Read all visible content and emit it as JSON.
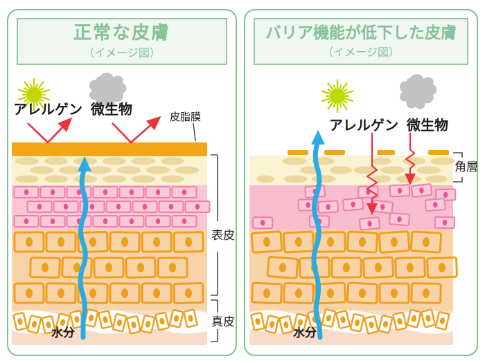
{
  "left_panel": {
    "title": "正常な皮膚",
    "subtitle": "（イメージ図）",
    "labels": {
      "allergen": "アレルゲン",
      "microbe": "微生物",
      "sebum_film": "皮脂膜",
      "moisture": "水分",
      "epidermis": "表皮",
      "dermis": "真皮"
    }
  },
  "right_panel": {
    "title": "バリア機能が低下した皮膚",
    "subtitle": "（イメージ図）",
    "labels": {
      "allergen": "アレルゲン",
      "microbe": "微生物",
      "stratum_corneum": "角層",
      "moisture": "水分"
    }
  },
  "colors": {
    "panel_border": "#7dc48e",
    "title_text": "#85c297",
    "title_box_border": "#92c9a0",
    "title_box_bg": "#f0f7f1",
    "sebum": "#f2a516",
    "corneum_bg": "#fbf2d2",
    "corneum_cell": "#ebd8a1",
    "pink_bg": "#f9c6d3",
    "pink_bg_damaged": "#f8bdcd",
    "pink_cell_border": "#f07eae",
    "pink_cell_fill": "#f9cad6",
    "pink_dot": "#ee4f9b",
    "orange_bg": "#f9d3a8",
    "orange_cell_border": "#efa01d",
    "orange_dot": "#eba11e",
    "basal_band": "#ffffff",
    "dermis": "#f7dcca",
    "moisture_arrow": "#2caae2",
    "attack_arrow": "#e8323c",
    "bracket": "#4d4d4d",
    "label_text": "#1a1a1a",
    "sun": "#c3d600",
    "microbe_gray": "#c1c2c4"
  },
  "icons": {
    "allergen": "starburst-icon",
    "microbe": "microbe-blob-icon"
  }
}
